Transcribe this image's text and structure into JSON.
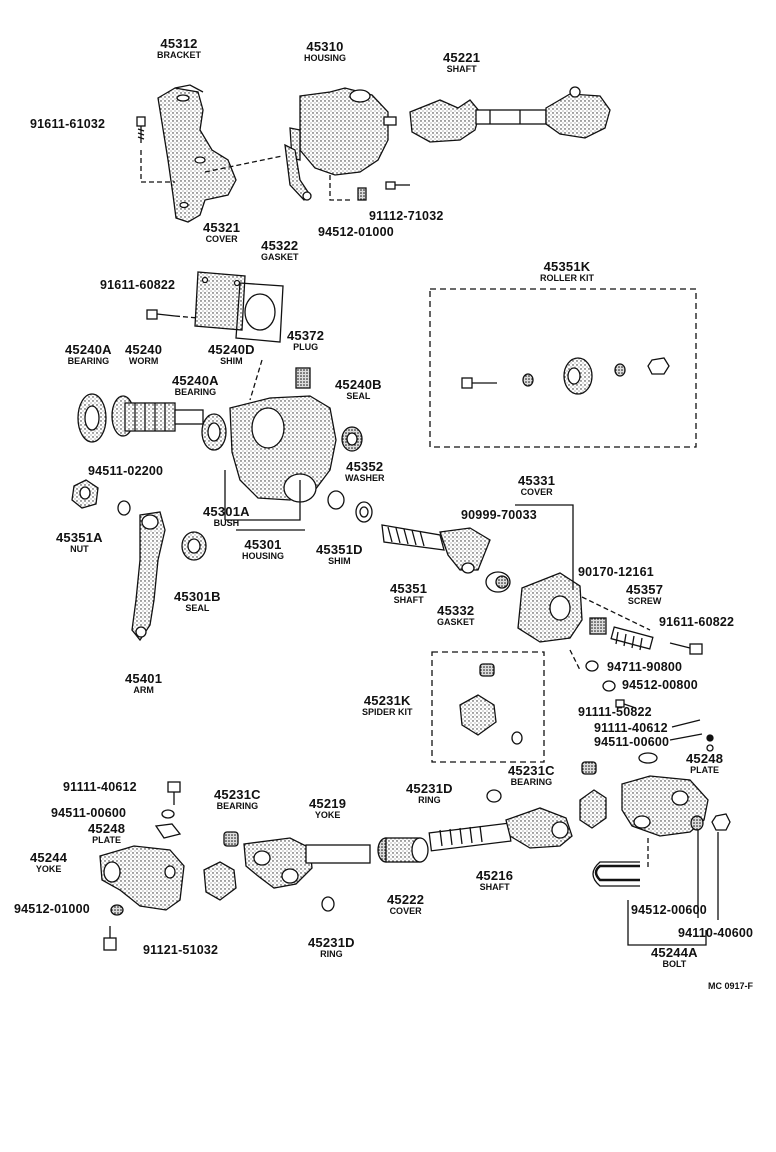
{
  "parts": {
    "p45312": {
      "pn": "45312",
      "name": "BRACKET"
    },
    "p45310": {
      "pn": "45310",
      "name": "HOUSING"
    },
    "p45221": {
      "pn": "45221",
      "name": "SHAFT"
    },
    "p91611_61032": {
      "pn": "91611-61032"
    },
    "p91112_71032": {
      "pn": "91112-71032"
    },
    "p94512_01000a": {
      "pn": "94512-01000"
    },
    "p45321": {
      "pn": "45321",
      "name": "COVER"
    },
    "p45322": {
      "pn": "45322",
      "name": "GASKET"
    },
    "p91611_60822a": {
      "pn": "91611-60822"
    },
    "p45351K": {
      "pn": "45351K",
      "name": "ROLLER KIT"
    },
    "p45240A_1": {
      "pn": "45240A",
      "name": "BEARING"
    },
    "p45240": {
      "pn": "45240",
      "name": "WORM"
    },
    "p45240D": {
      "pn": "45240D",
      "name": "SHIM"
    },
    "p45372": {
      "pn": "45372",
      "name": "PLUG"
    },
    "p45240A_2": {
      "pn": "45240A",
      "name": "BEARING"
    },
    "p45240B": {
      "pn": "45240B",
      "name": "SEAL"
    },
    "p94511_02200": {
      "pn": "94511-02200"
    },
    "p45352": {
      "pn": "45352",
      "name": "WASHER"
    },
    "p45351A": {
      "pn": "45351A",
      "name": "NUT"
    },
    "p45301A": {
      "pn": "45301A",
      "name": "BUSH"
    },
    "p45301": {
      "pn": "45301",
      "name": "HOUSING"
    },
    "p45351D": {
      "pn": "45351D",
      "name": "SHIM"
    },
    "p45331": {
      "pn": "45331",
      "name": "COVER"
    },
    "p90999_70033": {
      "pn": "90999-70033"
    },
    "p45301B": {
      "pn": "45301B",
      "name": "SEAL"
    },
    "p45351": {
      "pn": "45351",
      "name": "SHAFT"
    },
    "p90170_12161": {
      "pn": "90170-12161"
    },
    "p45357": {
      "pn": "45357",
      "name": "SCREW"
    },
    "p45332": {
      "pn": "45332",
      "name": "GASKET"
    },
    "p91611_60822b": {
      "pn": "91611-60822"
    },
    "p45401": {
      "pn": "45401",
      "name": "ARM"
    },
    "p94711_90800": {
      "pn": "94711-90800"
    },
    "p94512_00800": {
      "pn": "94512-00800"
    },
    "p45231K": {
      "pn": "45231K",
      "name": "SPIDER KIT"
    },
    "p91111_50822": {
      "pn": "91111-50822"
    },
    "p91111_40612a": {
      "pn": "91111-40612"
    },
    "p94511_00600a": {
      "pn": "94511-00600"
    },
    "p45248a": {
      "pn": "45248",
      "name": "PLATE"
    },
    "p45231C_a": {
      "pn": "45231C",
      "name": "BEARING"
    },
    "p45231D_a": {
      "pn": "45231D",
      "name": "RING"
    },
    "p91111_40612b": {
      "pn": "91111-40612"
    },
    "p94511_00600b": {
      "pn": "94511-00600"
    },
    "p45231C_b": {
      "pn": "45231C",
      "name": "BEARING"
    },
    "p45219": {
      "pn": "45219",
      "name": "YOKE"
    },
    "p45248b": {
      "pn": "45248",
      "name": "PLATE"
    },
    "p45244": {
      "pn": "45244",
      "name": "YOKE"
    },
    "p45222": {
      "pn": "45222",
      "name": "COVER"
    },
    "p45216": {
      "pn": "45216",
      "name": "SHAFT"
    },
    "p94512_01000b": {
      "pn": "94512-01000"
    },
    "p91121_51032": {
      "pn": "91121-51032"
    },
    "p45231D_b": {
      "pn": "45231D",
      "name": "RING"
    },
    "p94512_00600": {
      "pn": "94512-00600"
    },
    "p94110_40600": {
      "pn": "94110-40600"
    },
    "p45244A": {
      "pn": "45244A",
      "name": "BOLT"
    }
  },
  "drawing_code": "MC 0917-F"
}
